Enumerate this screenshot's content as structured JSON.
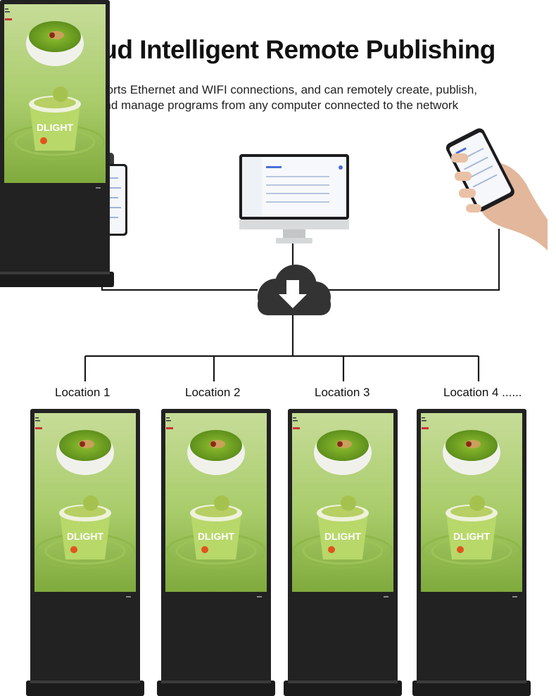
{
  "header": {
    "title": "Cloud Intelligent Remote Publishing",
    "subtitle_line1": "Supports Ethernet and WIFI connections, and can remotely create, publish,",
    "subtitle_line2": "and manage programs from any computer connected to the network"
  },
  "devices": [
    {
      "name": "tablet-device",
      "icon": "tablet-icon"
    },
    {
      "name": "desktop-computer",
      "icon": "monitor-icon"
    },
    {
      "name": "smartphone",
      "icon": "phone-in-hand-icon"
    }
  ],
  "cloud": {
    "icon": "cloud-download-icon"
  },
  "locations": [
    {
      "label": "Location 1"
    },
    {
      "label": "Location 2"
    },
    {
      "label": "Location 3"
    },
    {
      "label": "Location 4 ......"
    }
  ],
  "kiosk": {
    "screen_text": "DLIGHT",
    "icon": "floor-standing-kiosk-icon"
  },
  "colors": {
    "line": "#1a1a1a",
    "cloud": "#333333",
    "kiosk_body": "#232323",
    "matcha_light": "#b4d27a",
    "matcha_dark": "#6f9a2e"
  }
}
